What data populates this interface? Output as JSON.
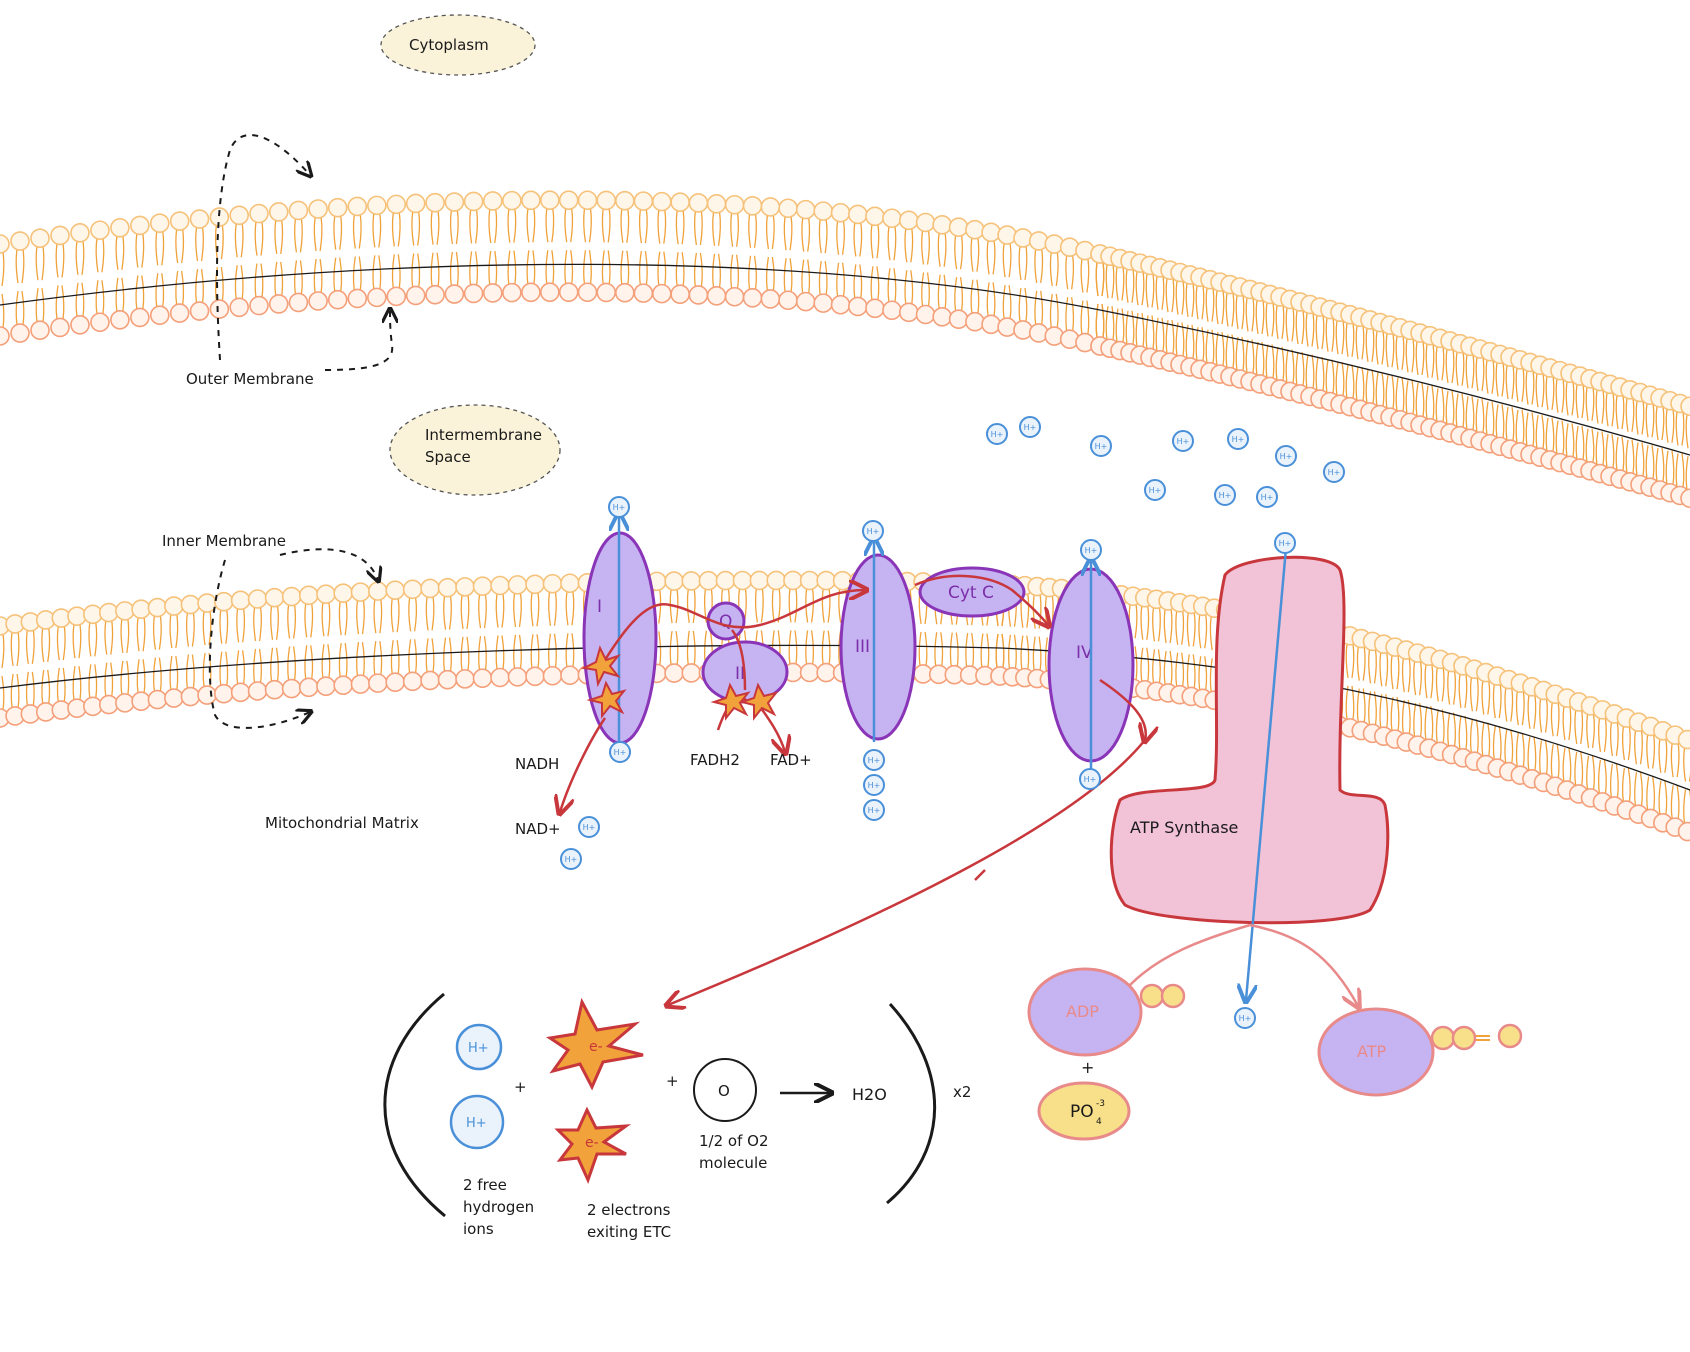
{
  "regions": {
    "cytoplasm": "Cytoplasm",
    "intermembrane_line1": "Intermembrane",
    "intermembrane_line2": "Space",
    "outer_membrane": "Outer Membrane",
    "inner_membrane": "Inner Membrane",
    "matrix": "Mitochondrial Matrix"
  },
  "complexes": {
    "c1": "I",
    "q": "Q",
    "c2": "II",
    "c3": "III",
    "cytc": "Cyt C",
    "c4": "IV",
    "atp_synthase": "ATP Synthase"
  },
  "substrates": {
    "nadh": "NADH",
    "nad": "NAD+",
    "fadh2": "FADH2",
    "fad": "FAD+"
  },
  "ion_label": "H+",
  "equation": {
    "h_ion": "H+",
    "electron": "e-",
    "plus": "+",
    "oxygen": "O",
    "product": "H2O",
    "multiplier": "x2",
    "caption_h_1": "2 free",
    "caption_h_2": "hydrogen",
    "caption_h_3": "ions",
    "caption_e_1": "2 electrons",
    "caption_e_2": "exiting ETC",
    "caption_o_1": "1/2 of O2",
    "caption_o_2": "molecule"
  },
  "synthase": {
    "adp": "ADP",
    "plus": "+",
    "po4": "PO",
    "po4_sub": "4",
    "po4_sup": "-3",
    "atp": "ATP"
  },
  "colors": {
    "lipid": "#f0a23a",
    "lipid_head": "#f6c27a",
    "lipid_head_lower": "#f4a07a",
    "complex_fill": "#c6b3f2",
    "complex_stroke": "#8a35b8",
    "atp_synthase_fill": "#f2c2d6",
    "atp_synthase_stroke": "#c8373c",
    "electron_path": "#c8373c",
    "proton": "#4a90d9",
    "phosphate": "#f8df8a"
  }
}
